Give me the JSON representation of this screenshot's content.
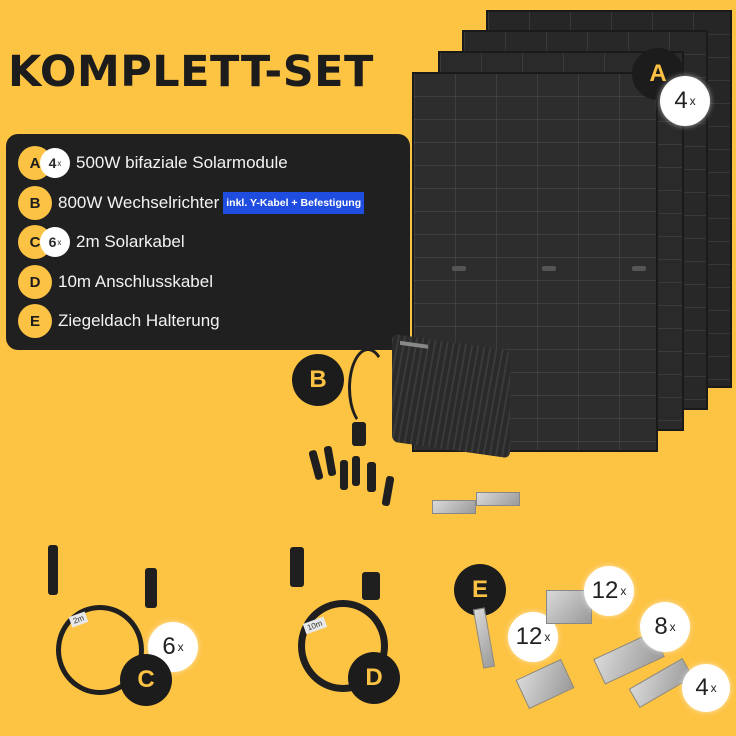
{
  "title": "KOMPLETT-SET",
  "items": [
    {
      "letter": "A",
      "qty": "4",
      "qty_suffix": "x",
      "text": "500W bifaziale Solarmodule"
    },
    {
      "letter": "B",
      "text": "800W Wechselrichter",
      "tag": "inkl. Y-Kabel + Befestigung"
    },
    {
      "letter": "C",
      "qty": "6",
      "qty_suffix": "x",
      "text": "2m Solarkabel"
    },
    {
      "letter": "D",
      "text": "10m Anschlusskabel"
    },
    {
      "letter": "E",
      "text": "Ziegeldach Halterung"
    }
  ],
  "image_badges": {
    "a": {
      "letter": "A",
      "qty": "4",
      "suffix": "x"
    },
    "b": {
      "letter": "B"
    },
    "c": {
      "letter": "C",
      "qty": "6",
      "suffix": "x",
      "cable_label": "2m"
    },
    "d": {
      "letter": "D",
      "cable_label": "10m"
    },
    "e": {
      "letter": "E",
      "hook_qty": "12",
      "clamp_qty": "12",
      "rail_qty": "8",
      "connector_qty": "4",
      "suffix": "x"
    }
  },
  "colors": {
    "background": "#fdc343",
    "dark": "#1d1c1c",
    "accent_yellow": "#fbc243",
    "tag_blue": "#1f4de0"
  }
}
